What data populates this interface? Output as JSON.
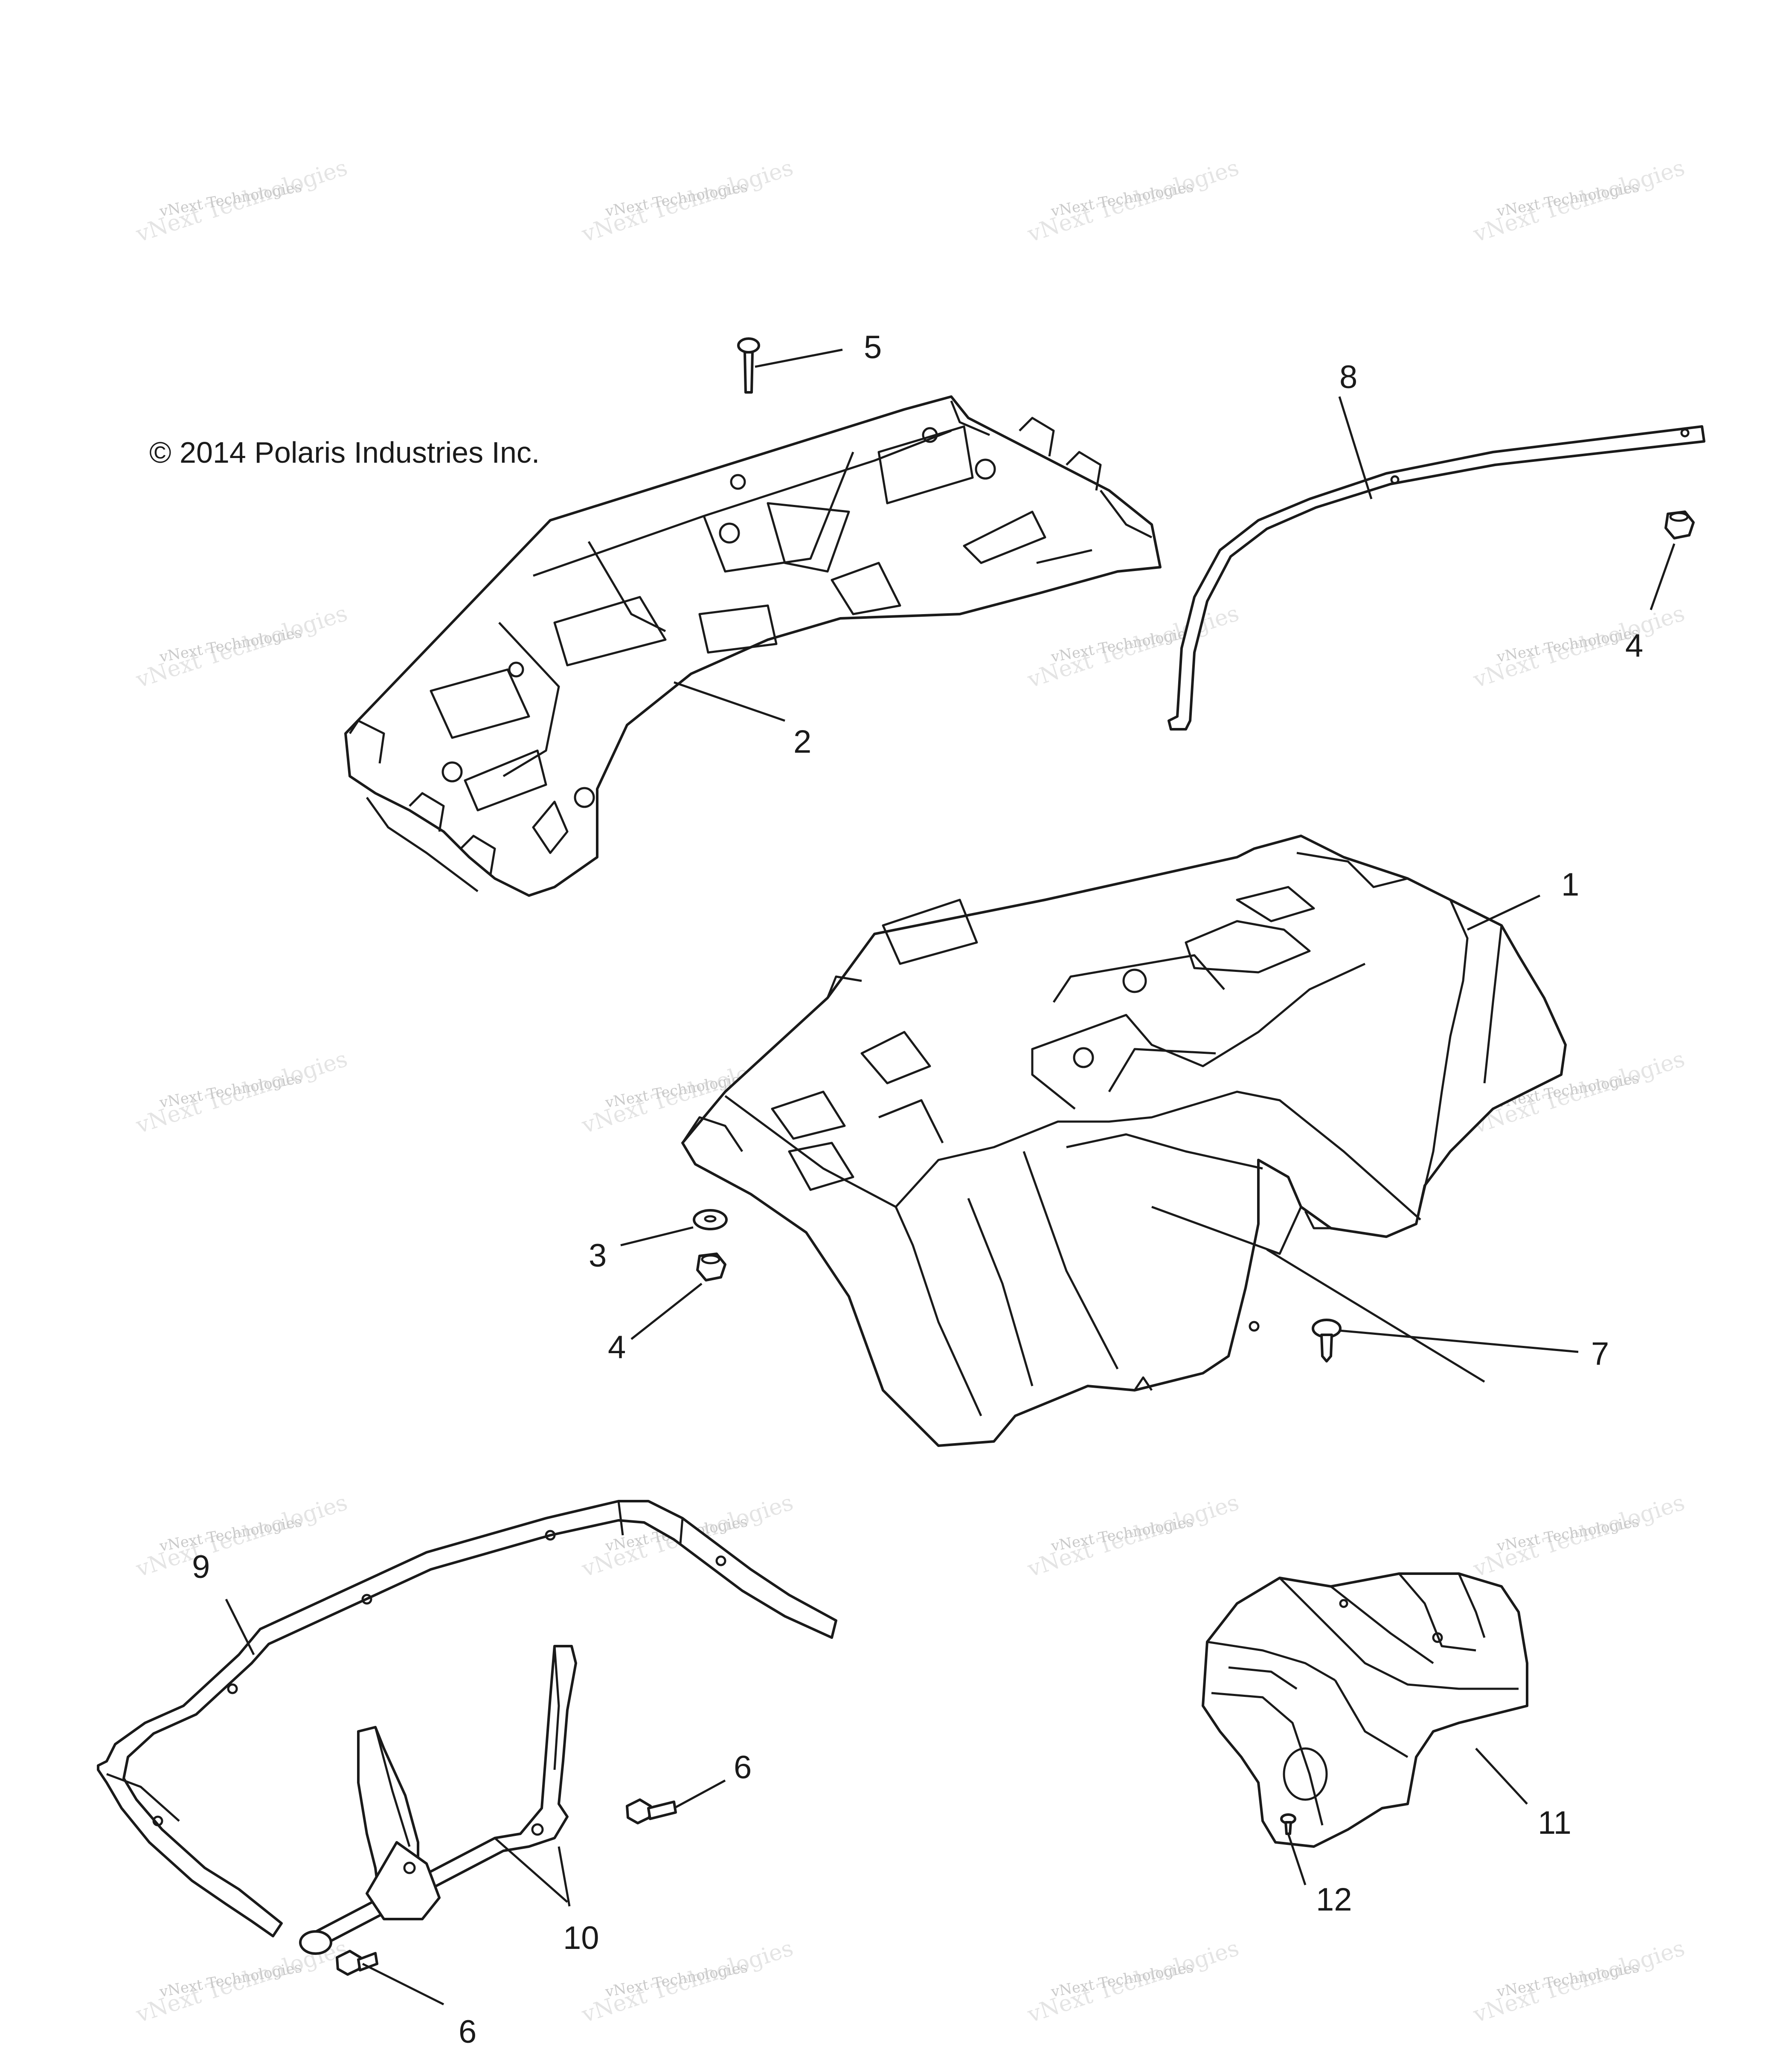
{
  "copyright": "© 2014 Polaris Industries  Inc.",
  "watermark": {
    "line1": "vNext Technologies",
    "line2": "vNext Technologies"
  },
  "callouts": [
    {
      "id": "1",
      "text": "1"
    },
    {
      "id": "2",
      "text": "2"
    },
    {
      "id": "3",
      "text": "3"
    },
    {
      "id": "4a",
      "text": "4"
    },
    {
      "id": "4b",
      "text": "4"
    },
    {
      "id": "5",
      "text": "5"
    },
    {
      "id": "6a",
      "text": "6"
    },
    {
      "id": "6b",
      "text": "6"
    },
    {
      "id": "7",
      "text": "7"
    },
    {
      "id": "8",
      "text": "8"
    },
    {
      "id": "9",
      "text": "9"
    },
    {
      "id": "10",
      "text": "10"
    },
    {
      "id": "11",
      "text": "11"
    },
    {
      "id": "12",
      "text": "12"
    }
  ]
}
